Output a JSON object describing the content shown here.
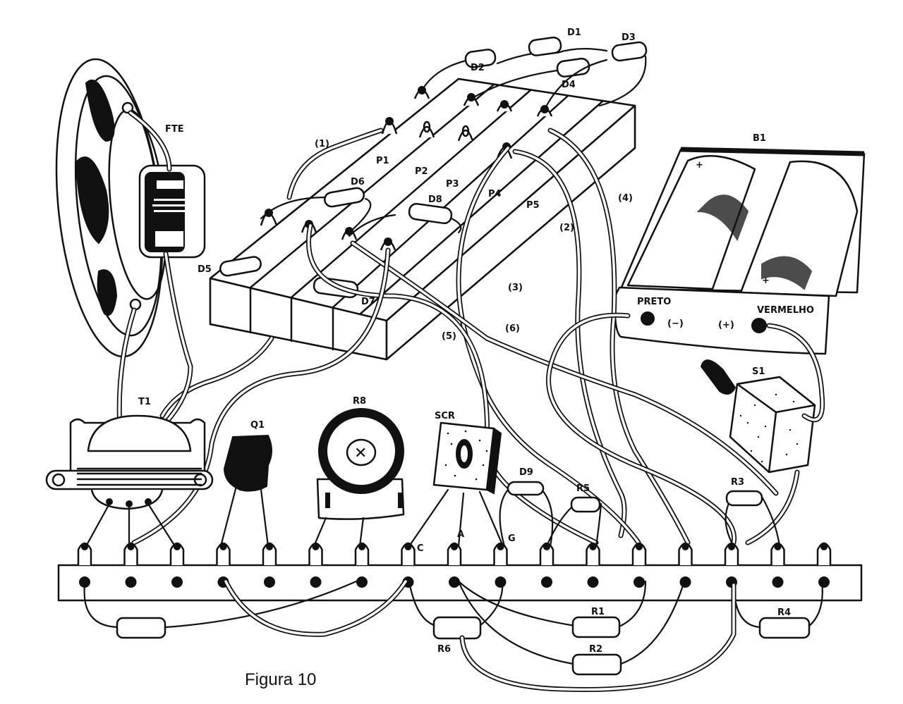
{
  "figure": {
    "caption": "Figura 10",
    "ink_color": "#111111",
    "paper_color": "#ffffff"
  },
  "components": {
    "speaker": "FTE",
    "transformer": "T1",
    "transistor": "Q1",
    "potentiometer": "R8",
    "scr": "SCR",
    "scr_pins": {
      "cathode": "C",
      "anode": "A",
      "gate": "G"
    },
    "switch": "S1",
    "battery": "B1",
    "battery_terminals": {
      "negative_color": "PRETO",
      "negative_sign": "(−)",
      "positive_color": "VERMELHO",
      "positive_sign": "(+)"
    },
    "diodes": [
      "D1",
      "D2",
      "D3",
      "D4",
      "D5",
      "D6",
      "D7",
      "D8",
      "D9"
    ],
    "resistors": [
      "R1",
      "R2",
      "R3",
      "R4",
      "R5",
      "R6"
    ],
    "plates": [
      "P1",
      "P2",
      "P3",
      "P4",
      "P5"
    ]
  },
  "wires": [
    "(1)",
    "(2)",
    "(3)",
    "(4)",
    "(5)",
    "(6)"
  ],
  "terminal_strip": {
    "lugs": 17
  }
}
